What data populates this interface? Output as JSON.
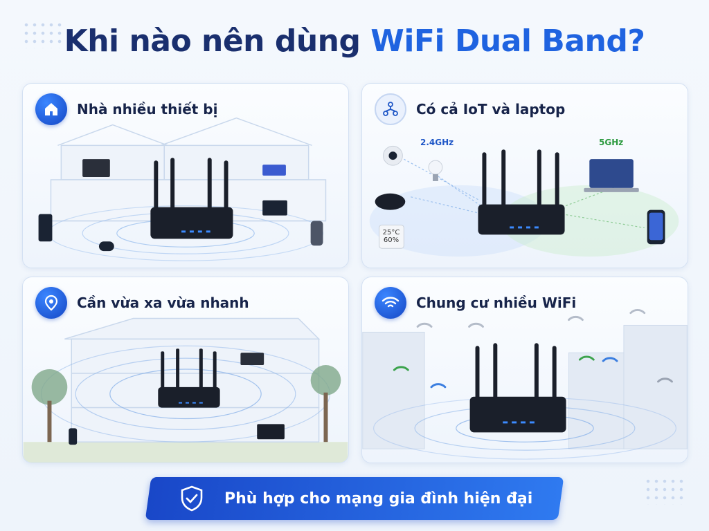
{
  "header": {
    "title_part1": "Khi nào nên dùng ",
    "title_part2": "WiFi Dual Band?"
  },
  "cards": [
    {
      "title": "Nhà nhiều thiết bị",
      "icon": "home-icon"
    },
    {
      "title": "Có cả IoT và laptop",
      "icon": "iot-network-icon",
      "band_low": "2.4GHz",
      "band_high": "5GHz",
      "sensor_temp": "25°C",
      "sensor_humidity": "60%"
    },
    {
      "title": "Cần vừa xa vừa nhanh",
      "icon": "location-pin-icon"
    },
    {
      "title": "Chung cư nhiều WiFi",
      "icon": "wifi-icon"
    }
  ],
  "footer": {
    "text": "Phù hợp cho mạng gia đình hiện đại",
    "icon": "shield-check-icon"
  },
  "colors": {
    "brand": "#1f63e0",
    "title": "#1a2f6e",
    "band_low": "#1f57c7",
    "band_high": "#2c9a3f"
  }
}
